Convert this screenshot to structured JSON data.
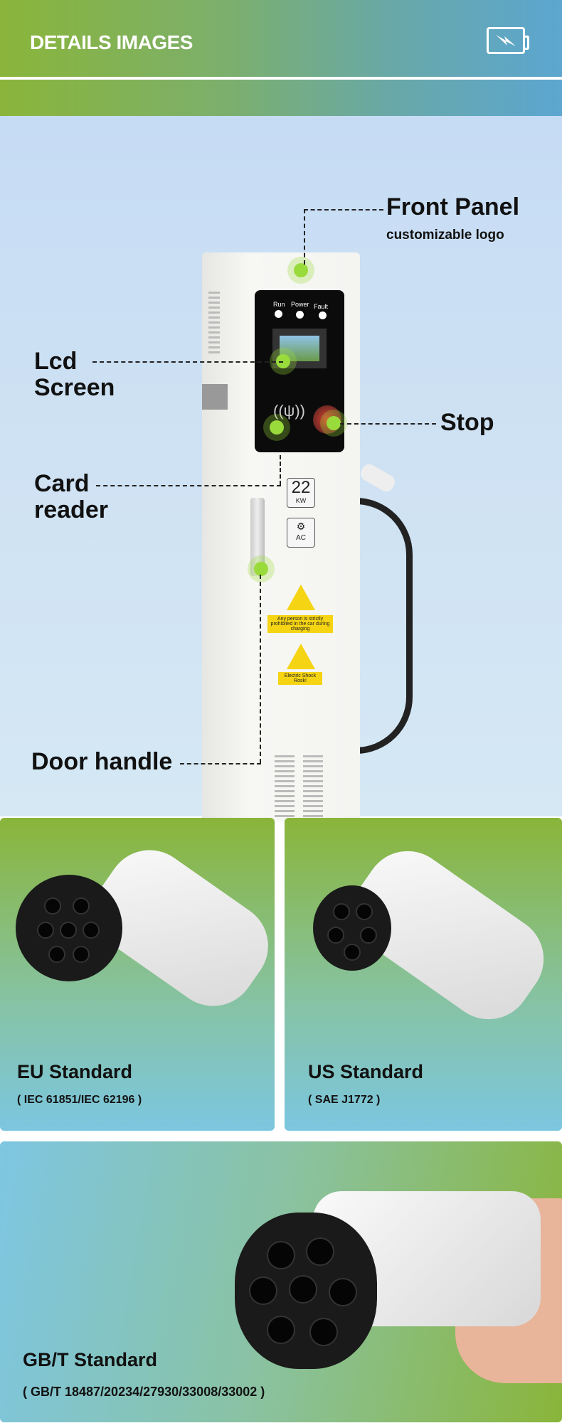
{
  "header": {
    "title": "DETAILS IMAGES",
    "icon": "battery-charging-icon"
  },
  "charger": {
    "leds": [
      "Run",
      "Power",
      "Fault"
    ],
    "power_badge": {
      "value": "22",
      "unit": "KW"
    },
    "type_badge": "AC",
    "warning1": "Any person is strictly prohibited in the car during charging",
    "warning2": "Electric Shock Rosk!"
  },
  "callouts": {
    "front_panel": "Front Panel",
    "front_panel_sub": "customizable logo",
    "lcd_1": "Lcd",
    "lcd_2": "Screen",
    "stop": "Stop",
    "card_1": "Card",
    "card_2": "reader",
    "door": "Door handle"
  },
  "standards": [
    {
      "name": "EU Standard",
      "spec": "( IEC 61851/IEC 62196 )"
    },
    {
      "name": "US Standard",
      "spec": "( SAE J1772 )"
    },
    {
      "name": "GB/T Standard",
      "spec": "( GB/T 18487/20234/27930/33008/33002 )"
    }
  ]
}
